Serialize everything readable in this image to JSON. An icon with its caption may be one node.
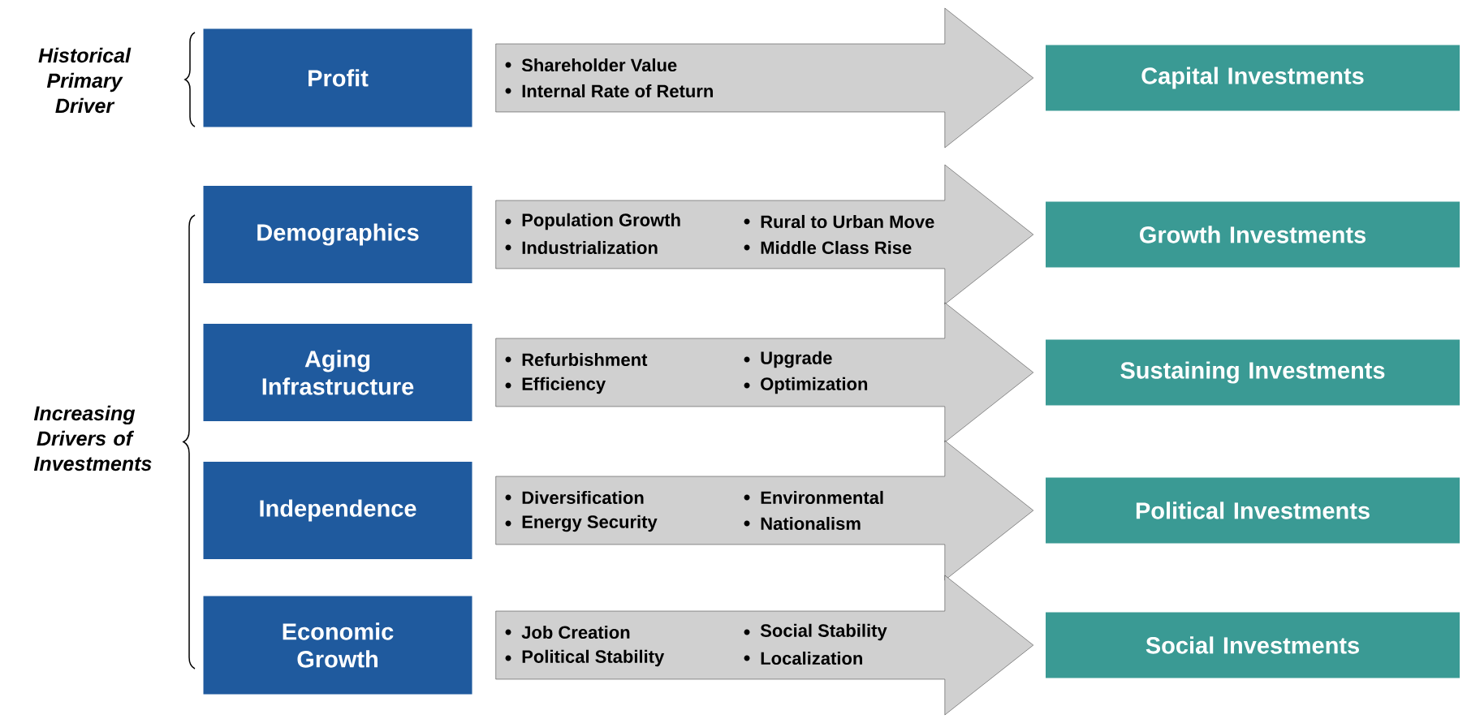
{
  "diagram": {
    "nodes": [
      {
        "text": [
          "Profit"
        ]
      },
      {
        "text": [
          "Capital Investments"
        ]
      },
      {
        "text": [
          "Demographics"
        ]
      },
      {
        "text": [
          "Growth Investments"
        ]
      },
      {
        "text": [
          "Aging Infrastructure"
        ]
      },
      {
        "text": [
          "Sustaining Investments"
        ]
      },
      {
        "text": [
          "Independence"
        ]
      },
      {
        "text": [
          "Political Investments"
        ]
      },
      {
        "text": [
          "Economic Growth"
        ]
      },
      {
        "text": [
          "Social Investments"
        ]
      }
    ],
    "edges": [
      {
        "from": 0,
        "to": 1,
        "arrow": "to"
      },
      {
        "from": 2,
        "to": 3,
        "arrow": "to"
      },
      {
        "from": 4,
        "to": 5,
        "arrow": "to"
      },
      {
        "from": 6,
        "to": 7,
        "arrow": "to"
      },
      {
        "from": 8,
        "to": 9,
        "arrow": "to"
      }
    ],
    "labels": [
      "Historical Primary Driver",
      "Shareholder Value",
      "Internal Rate of Return",
      "Population Growth",
      "Rural to Urban Move",
      "Industrialization",
      "Middle Class Rise",
      "Increasing Drivers of Investments",
      "Refurbishment",
      "Upgrade",
      "Efficiency",
      "Optimization",
      "Diversification",
      "Environmental",
      "Energy Security",
      "Nationalism",
      "Job Creation",
      "Social Stability",
      "Political Stability",
      "Localization"
    ]
  }
}
